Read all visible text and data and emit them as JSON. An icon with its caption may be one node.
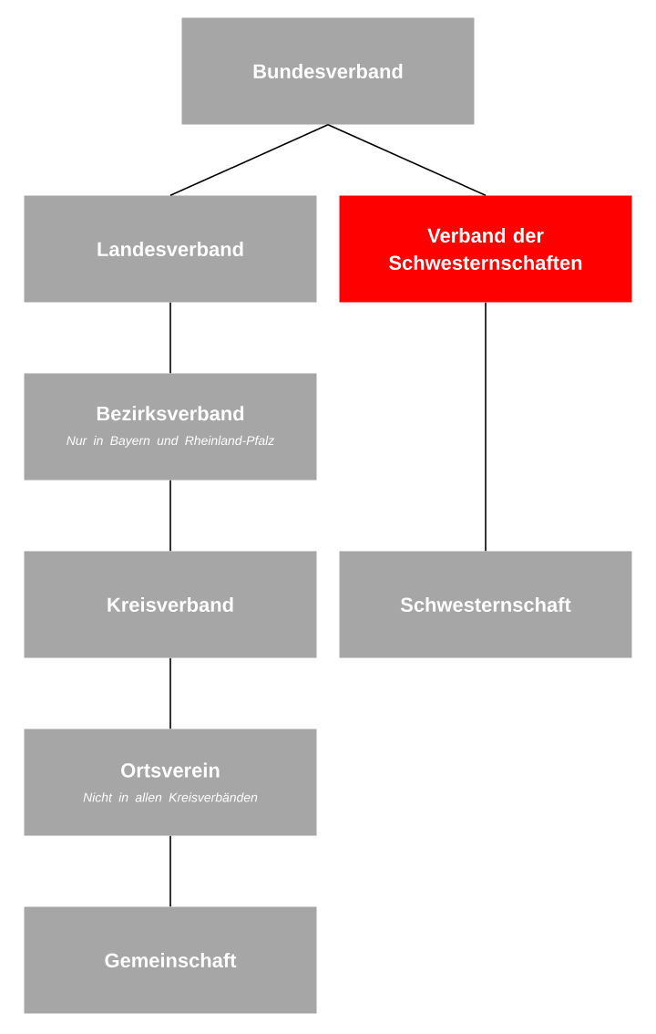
{
  "diagram": {
    "nodes": [
      {
        "text": [
          "Bundesverband"
        ]
      },
      {
        "text": [
          "Landesverband"
        ]
      },
      {
        "text": [
          "Verband der Schwesternschaften"
        ]
      },
      {
        "text": [
          "Bezirksverband",
          "Nur in Bayern und Rheinland-Pfalz"
        ]
      },
      {
        "text": [
          "Kreisverband"
        ]
      },
      {
        "text": [
          "Schwesternschaft"
        ]
      },
      {
        "text": [
          "Ortsverein",
          "Nicht in allen Kreisverbänden"
        ]
      },
      {
        "text": [
          "Gemeinschaft"
        ]
      }
    ],
    "edges": [
      {
        "from": 0,
        "to": 1,
        "arrow": "none"
      },
      {
        "from": 0,
        "to": 2,
        "arrow": "none"
      },
      {
        "from": 1,
        "to": 3,
        "arrow": "none"
      },
      {
        "from": 3,
        "to": 4,
        "arrow": "none"
      },
      {
        "from": 4,
        "to": 6,
        "arrow": "none"
      },
      {
        "from": 6,
        "to": 7,
        "arrow": "none"
      },
      {
        "from": 2,
        "to": 5,
        "arrow": "none"
      }
    ]
  }
}
